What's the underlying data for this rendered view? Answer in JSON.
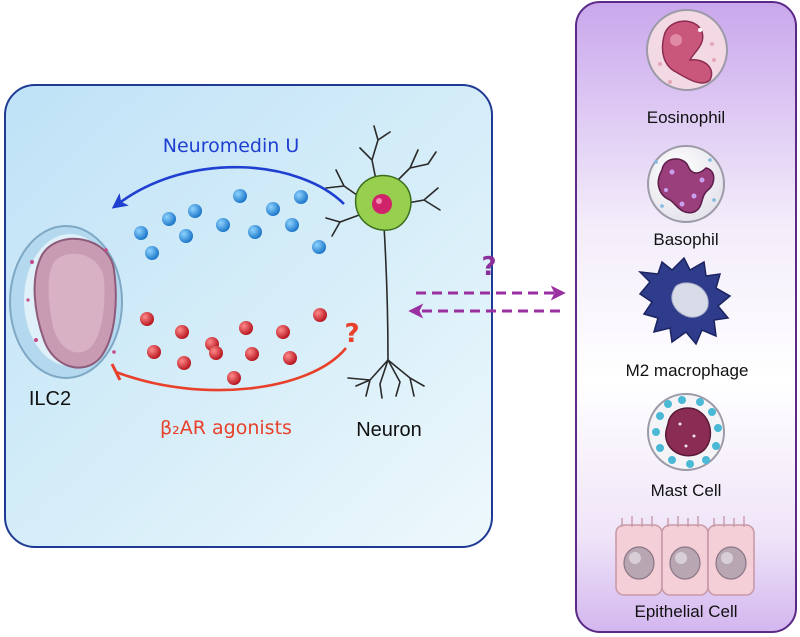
{
  "left_panel": {
    "cell_label": "ILC2",
    "neuron_label": "Neuron",
    "top_arrow_label": "Neuromedin U",
    "bottom_arrow_label": "β₂AR agonists",
    "unknown_marker": "?"
  },
  "crosstalk": {
    "unknown_marker": "?"
  },
  "right_panel": {
    "cells": [
      {
        "label": "Eosinophil",
        "icon": "eosinophil-icon"
      },
      {
        "label": "Basophil",
        "icon": "basophil-icon"
      },
      {
        "label": "M2 macrophage",
        "icon": "macrophage-icon"
      },
      {
        "label": "Mast Cell",
        "icon": "mast-cell-icon"
      },
      {
        "label": "Epithelial Cell",
        "icon": "epithelial-cell-icon"
      }
    ]
  },
  "colors": {
    "left_panel_fill": "#cfe9f8",
    "left_panel_border": "#1f3a93",
    "right_panel_fill": "#e3d2f3",
    "right_panel_border": "#5b2a86",
    "neuromedin_arrow": "#1f3fd1",
    "agonist_arrow": "#e8402a",
    "blue_vesicle": "#1e95e2",
    "red_vesicle": "#e0202a",
    "crosstalk_arrow": "#9a2fa0",
    "question_red": "#e8402a",
    "question_purple": "#8a2f9a"
  }
}
